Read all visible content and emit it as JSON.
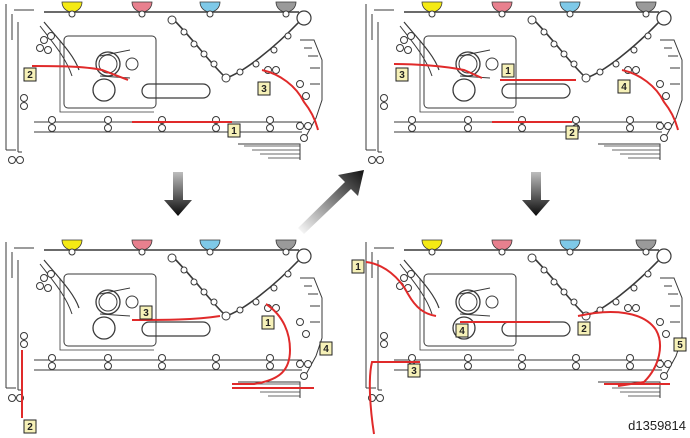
{
  "colors": {
    "yellow": "#f5ea14",
    "magenta": "#e8808e",
    "cyan": "#7ec9e8",
    "black_toner": "#9a9a9a",
    "paper_path": "#e02a2a",
    "label_fill": "#f6f1b8",
    "line": "#3a3a3a",
    "arrow": "#111111"
  },
  "icons": {
    "toner_units": [
      "yellow-toner-icon",
      "magenta-toner-icon",
      "cyan-toner-icon",
      "black-toner-icon"
    ],
    "step_arrows": [
      "arrow-down-icon",
      "arrow-up-right-icon",
      "arrow-down-icon"
    ]
  },
  "panels": [
    {
      "name": "panel-top-left",
      "labels": [
        "2",
        "3",
        "1"
      ]
    },
    {
      "name": "panel-top-right",
      "labels": [
        "3",
        "1",
        "4",
        "2"
      ]
    },
    {
      "name": "panel-bottom-left",
      "labels": [
        "3",
        "1",
        "4",
        "2"
      ]
    },
    {
      "name": "panel-bottom-right",
      "labels": [
        "1",
        "4",
        "2",
        "5",
        "3"
      ]
    }
  ],
  "figure_ref": "d1359814"
}
